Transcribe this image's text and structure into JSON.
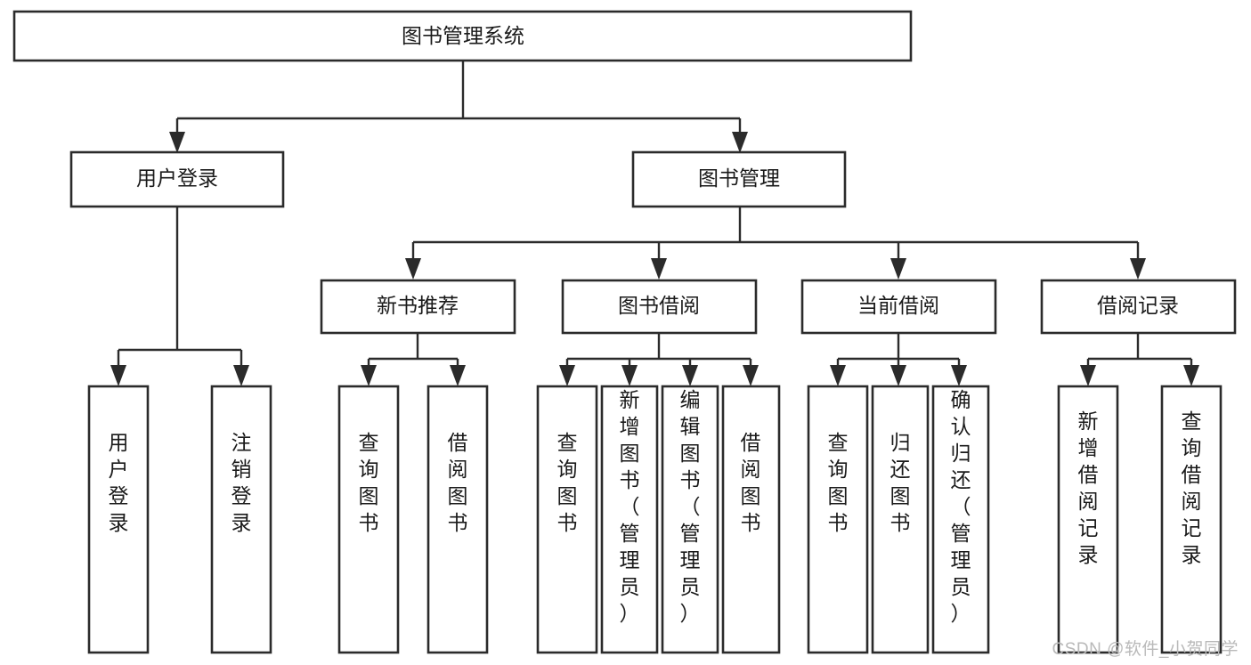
{
  "diagram": {
    "type": "tree",
    "title": "图书管理系统",
    "watermark": "CSDN @软件_小贺同学",
    "colors": {
      "stroke": "#2b2b2b",
      "box_fill": "#ffffff",
      "text": "#1a1a1a",
      "background": "#ffffff",
      "watermark": "#b9b9b9"
    },
    "nodes": {
      "root": {
        "label": "图书管理系统",
        "level": 0
      },
      "n_user_login": {
        "label": "用户登录",
        "level": 1
      },
      "n_book_mgmt": {
        "label": "图书管理",
        "level": 1
      },
      "n_new_book_rec": {
        "label": "新书推荐",
        "level": 2
      },
      "n_book_borrow": {
        "label": "图书借阅",
        "level": 2
      },
      "n_current_borrow": {
        "label": "当前借阅",
        "level": 2
      },
      "n_borrow_record": {
        "label": "借阅记录",
        "level": 2
      },
      "l_user_login": {
        "label": "用户登录",
        "level": 3
      },
      "l_logout": {
        "label": "注销登录",
        "level": 3
      },
      "l_query_book_1": {
        "label": "查询图书",
        "level": 3
      },
      "l_borrow_book_1": {
        "label": "借阅图书",
        "level": 3
      },
      "l_query_book_2": {
        "label": "查询图书",
        "level": 3
      },
      "l_add_book": {
        "label": "新增图书（管理员）",
        "level": 3
      },
      "l_edit_book": {
        "label": "编辑图书（管理员）",
        "level": 3
      },
      "l_borrow_book_2": {
        "label": "借阅图书",
        "level": 3
      },
      "l_query_book_3": {
        "label": "查询图书",
        "level": 3
      },
      "l_return_book": {
        "label": "归还图书",
        "level": 3
      },
      "l_confirm_return": {
        "label": "确认归还（管理员）",
        "level": 3
      },
      "l_add_record": {
        "label": "新增借阅记录",
        "level": 3
      },
      "l_query_record": {
        "label": "查询借阅记录",
        "level": 3
      }
    },
    "edges": [
      {
        "from": "root",
        "to": "n_user_login"
      },
      {
        "from": "root",
        "to": "n_book_mgmt"
      },
      {
        "from": "n_user_login",
        "to": "l_user_login"
      },
      {
        "from": "n_user_login",
        "to": "l_logout"
      },
      {
        "from": "n_book_mgmt",
        "to": "n_new_book_rec"
      },
      {
        "from": "n_book_mgmt",
        "to": "n_book_borrow"
      },
      {
        "from": "n_book_mgmt",
        "to": "n_current_borrow"
      },
      {
        "from": "n_book_mgmt",
        "to": "n_borrow_record"
      },
      {
        "from": "n_new_book_rec",
        "to": "l_query_book_1"
      },
      {
        "from": "n_new_book_rec",
        "to": "l_borrow_book_1"
      },
      {
        "from": "n_book_borrow",
        "to": "l_query_book_2"
      },
      {
        "from": "n_book_borrow",
        "to": "l_add_book"
      },
      {
        "from": "n_book_borrow",
        "to": "l_edit_book"
      },
      {
        "from": "n_book_borrow",
        "to": "l_borrow_book_2"
      },
      {
        "from": "n_current_borrow",
        "to": "l_query_book_3"
      },
      {
        "from": "n_current_borrow",
        "to": "l_return_book"
      },
      {
        "from": "n_current_borrow",
        "to": "l_confirm_return"
      },
      {
        "from": "n_borrow_record",
        "to": "l_add_record"
      },
      {
        "from": "n_borrow_record",
        "to": "l_query_record"
      }
    ]
  }
}
